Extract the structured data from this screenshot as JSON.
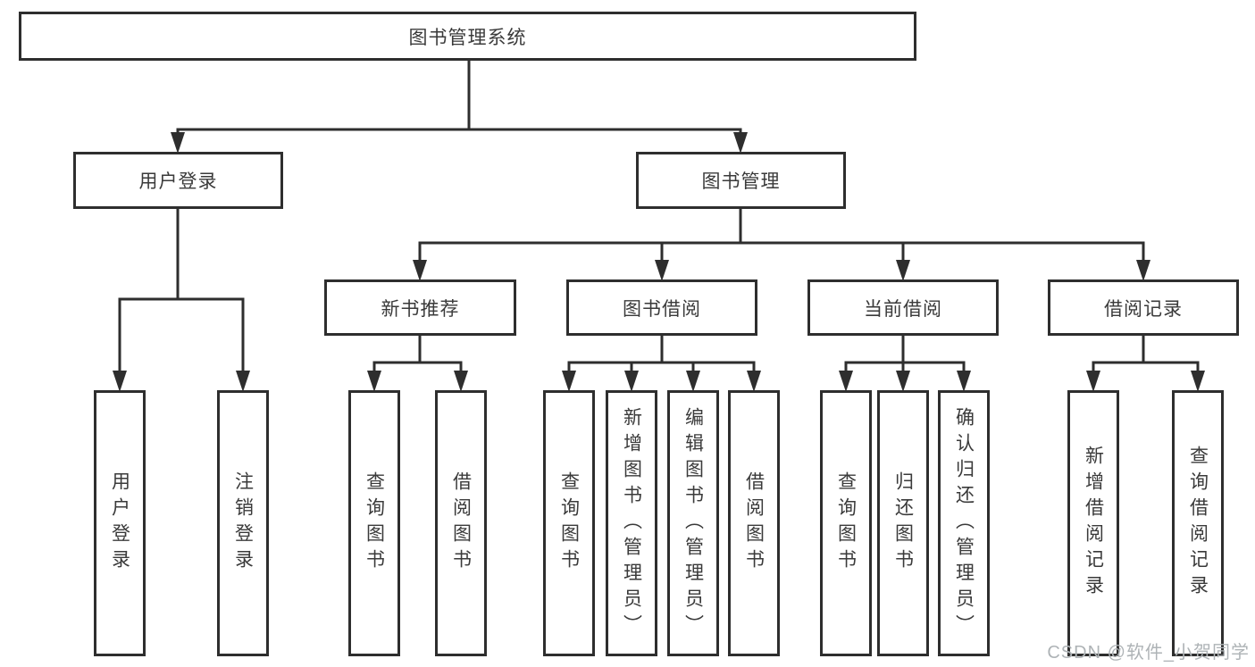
{
  "diagram": {
    "root": {
      "label": "图书管理系统"
    },
    "branches": [
      {
        "label": "用户登录",
        "children": [
          {
            "label": "用户登录"
          },
          {
            "label": "注销登录"
          }
        ]
      },
      {
        "label": "图书管理",
        "children": [
          {
            "label": "新书推荐",
            "children": [
              {
                "label": "查询图书"
              },
              {
                "label": "借阅图书"
              }
            ]
          },
          {
            "label": "图书借阅",
            "children": [
              {
                "label": "查询图书"
              },
              {
                "label": "新增图书（管理员）"
              },
              {
                "label": "编辑图书（管理员）"
              },
              {
                "label": "借阅图书"
              }
            ]
          },
          {
            "label": "当前借阅",
            "children": [
              {
                "label": "查询图书"
              },
              {
                "label": "归还图书"
              },
              {
                "label": "确认归还（管理员）"
              }
            ]
          },
          {
            "label": "借阅记录",
            "children": [
              {
                "label": "新增借阅记录"
              },
              {
                "label": "查询借阅记录"
              }
            ]
          }
        ]
      }
    ]
  },
  "watermark": {
    "text": "CSDN @软件_小贺同学"
  },
  "colors": {
    "line": "#2e2e2e",
    "text": "#3a3a3a",
    "watermark": "#aeb3b6",
    "background": "#ffffff"
  }
}
